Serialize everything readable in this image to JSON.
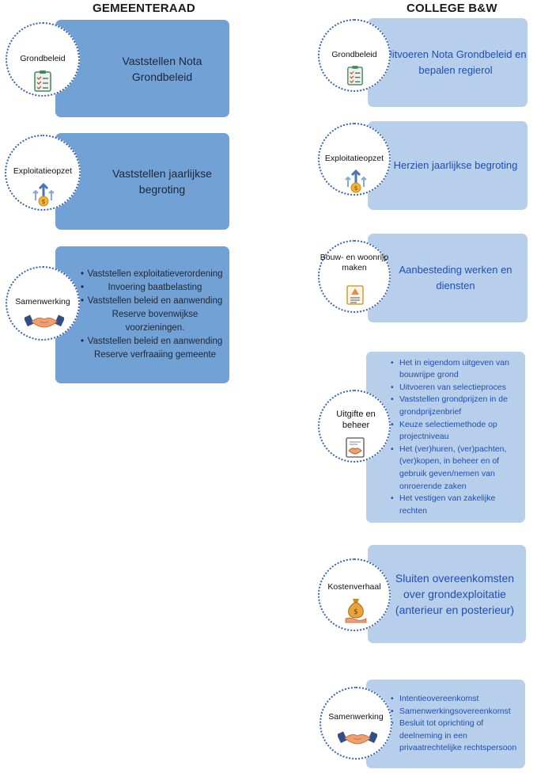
{
  "headers": {
    "left": "GEMEENTERAAD",
    "right": "COLLEGE B&W"
  },
  "left": [
    {
      "label": "Grondbeleid",
      "icon": "clipboard-checklist-icon",
      "text": "Vaststellen Nota Grondbeleid"
    },
    {
      "label": "Exploitatieopzet",
      "icon": "arrows-coin-icon",
      "text": "Vaststellen jaarlijkse begroting"
    },
    {
      "label": "Samenwerking",
      "icon": "handshake-icon",
      "items": [
        "Vaststellen exploitatieverordening",
        "Invoering baatbelasting",
        "Vaststellen beleid en aanwending Reserve bovenwijkse voorzieningen.",
        "Vaststellen beleid en aanwending Reserve verfraaiing gemeente"
      ]
    }
  ],
  "right": [
    {
      "label": "Grondbeleid",
      "icon": "clipboard-checklist-icon",
      "text": "Uitvoeren Nota Grondbeleid en bepalen regierol"
    },
    {
      "label": "Exploitatieopzet",
      "icon": "arrows-coin-icon",
      "text": "Herzien jaarlijkse begroting"
    },
    {
      "label": "Bouw- en woonrijp maken",
      "icon": "construction-document-icon",
      "text": "Aanbesteding werken en diensten"
    },
    {
      "label": "Uitgifte en beheer",
      "icon": "contract-handshake-icon",
      "items": [
        "Het in eigendom uitgeven van bouwrijpe grond",
        "Uitvoeren van selectieproces",
        "Vaststellen grondprijzen in de grondprijzenbrief",
        "Keuze selectiemethode op projectniveau",
        "Het (ver)huren, (ver)pachten, (ver)kopen, in beheer en of gebruik geven/nemen van onroerende zaken",
        "Het vestigen van zakelijke rechten"
      ]
    },
    {
      "label": "Kostenverhaal",
      "icon": "money-bag-hand-icon",
      "text": "Sluiten overeenkomsten over grondexploitatie (anterieur en posterieur)"
    },
    {
      "label": "Samenwerking",
      "icon": "handshake-icon",
      "items": [
        "Intentieovereenkomst",
        "Samenwerkingsovereenkomst",
        "Besluit tot oprichting of deelneming in een privaatrechtelijke rechtspersoon"
      ]
    }
  ],
  "colors": {
    "left_box": "#72a1d6",
    "right_box": "#b7cfea",
    "right_text": "#1f4fb3",
    "circle_border": "#3a64b0"
  }
}
